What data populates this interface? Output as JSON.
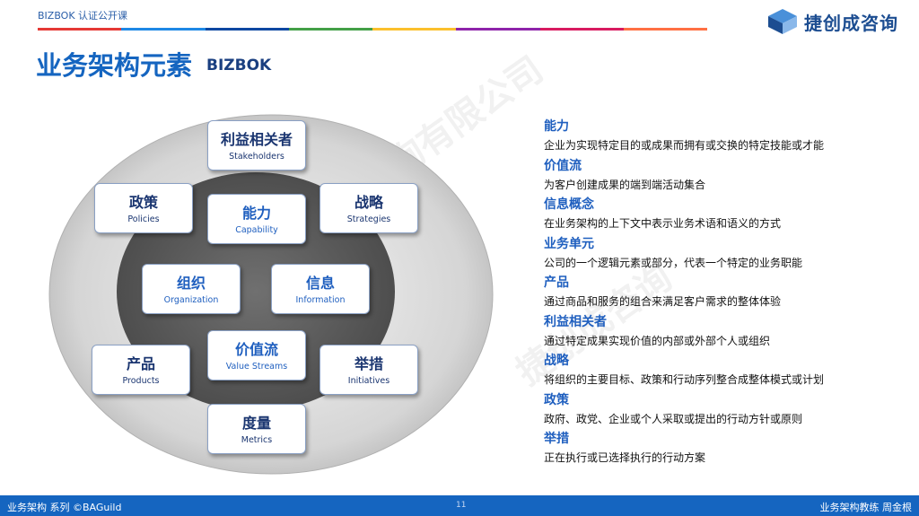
{
  "header": {
    "course_label": "BIZBOK 认证公开课",
    "brand_text": "捷创成咨询",
    "color_bar": [
      "#e53935",
      "#1e88e5",
      "#0d47a1",
      "#43a047",
      "#fbc02d",
      "#8e24aa",
      "#d81b60",
      "#ff7043"
    ]
  },
  "title": {
    "main": "业务架构元素",
    "sub": "BIZBOK"
  },
  "diagram": {
    "cards": [
      {
        "cn": "利益相关者",
        "en": "Stakeholders"
      },
      {
        "cn": "政策",
        "en": "Policies"
      },
      {
        "cn": "能力",
        "en": "Capability"
      },
      {
        "cn": "战略",
        "en": "Strategies"
      },
      {
        "cn": "组织",
        "en": "Organization"
      },
      {
        "cn": "信息",
        "en": "Information"
      },
      {
        "cn": "产品",
        "en": "Products"
      },
      {
        "cn": "价值流",
        "en": "Value Streams"
      },
      {
        "cn": "举措",
        "en": "Initiatives"
      },
      {
        "cn": "度量",
        "en": "Metrics"
      }
    ]
  },
  "descriptions": [
    {
      "title": "能力",
      "text": "企业为实现特定目的或成果而拥有或交换的特定技能或才能"
    },
    {
      "title": "价值流",
      "text": "为客户创建成果的端到端活动集合"
    },
    {
      "title": "信息概念",
      "text": "在业务架构的上下文中表示业务术语和语义的方式"
    },
    {
      "title": "业务单元",
      "text": "公司的一个逻辑元素或部分，代表一个特定的业务职能"
    },
    {
      "title": "产品",
      "text": "通过商品和服务的组合来满足客户需求的整体体验"
    },
    {
      "title": "利益相关者",
      "text": "通过特定成果实现价值的内部或外部个人或组织"
    },
    {
      "title": "战略",
      "text": "将组织的主要目标、政策和行动序列整合成整体模式或计划"
    },
    {
      "title": "政策",
      "text": "政府、政党、企业或个人采取或提出的行动方针或原则"
    },
    {
      "title": "举措",
      "text": "正在执行或已选择执行的行动方案"
    }
  ],
  "watermarks": [
    "咨询有限公司",
    "捷创成咨询"
  ],
  "footer": {
    "left": "业务架构 系列 ©BAGuild",
    "page": "11",
    "right": "业务架构教练 周金根"
  }
}
